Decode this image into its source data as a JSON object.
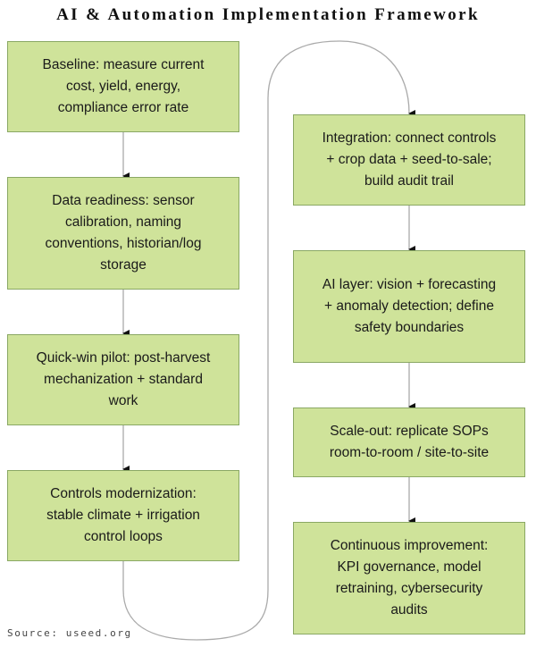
{
  "title": "AI & Automation Implementation Framework",
  "steps": [
    {
      "id": "baseline",
      "text": "Baseline: measure current cost, yield, energy, compliance error rate"
    },
    {
      "id": "data-readiness",
      "text": "Data readiness: sensor calibration, naming conventions, historian/log storage"
    },
    {
      "id": "quick-win-pilot",
      "text": "Quick-win pilot: post-harvest mechanization + standard work"
    },
    {
      "id": "controls-modernization",
      "text": "Controls modernization: stable climate + irrigation control loops"
    },
    {
      "id": "integration",
      "text": "Integration: connect controls + crop data + seed-to-sale; build audit trail"
    },
    {
      "id": "ai-layer",
      "text": "AI layer: vision + forecasting + anomaly detection; define safety boundaries"
    },
    {
      "id": "scale-out",
      "text": "Scale-out: replicate SOPs room-to-room / site-to-site"
    },
    {
      "id": "continuous-improvement",
      "text": "Continuous improvement: KPI governance, model retraining, cybersecurity audits"
    }
  ],
  "edges": [
    [
      "baseline",
      "data-readiness"
    ],
    [
      "data-readiness",
      "quick-win-pilot"
    ],
    [
      "quick-win-pilot",
      "controls-modernization"
    ],
    [
      "controls-modernization",
      "integration"
    ],
    [
      "integration",
      "ai-layer"
    ],
    [
      "ai-layer",
      "scale-out"
    ],
    [
      "scale-out",
      "continuous-improvement"
    ]
  ],
  "source": "Source: useed.org",
  "colors": {
    "box_fill": "#cfe39a",
    "box_border": "#8aa864",
    "connector": "#aaaaaa",
    "arrowhead": "#111111"
  }
}
